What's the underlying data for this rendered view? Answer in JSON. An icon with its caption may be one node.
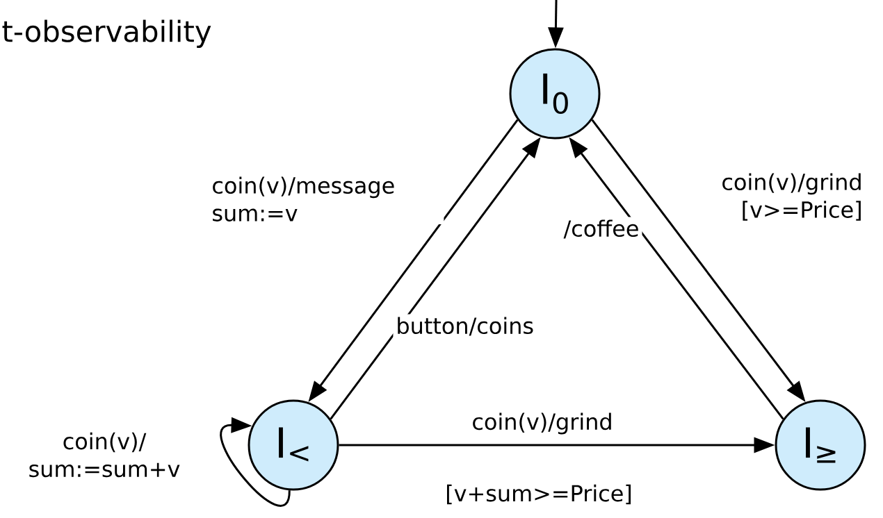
{
  "diagram": {
    "title": "t-observability",
    "nodes": [
      {
        "text": [
          "I$_{0}$"
        ]
      },
      {
        "text": [
          "I$_{<}$"
        ]
      },
      {
        "text": [
          "I$_{≥}$"
        ]
      }
    ],
    "edges": [
      {
        "from": null,
        "to": 0,
        "arrow": "to"
      },
      {
        "from": 0,
        "to": 1,
        "arrow": "to",
        "label": "coin(v)/message sum:=v"
      },
      {
        "from": 1,
        "to": 0,
        "arrow": "to",
        "label": "button/coins"
      },
      {
        "from": 0,
        "to": 2,
        "arrow": "to",
        "label": "coin(v)/grind [v>=Price]"
      },
      {
        "from": 2,
        "to": 0,
        "arrow": "to",
        "label": "/coffee"
      },
      {
        "from": 1,
        "to": 2,
        "arrow": "to",
        "label": "coin(v)/grind"
      },
      {
        "from": 1,
        "to": 1,
        "arrow": "to",
        "label": "coin(v)/ sum:=sum+v"
      }
    ],
    "labels": [
      "[v+sum>=Price]"
    ]
  }
}
